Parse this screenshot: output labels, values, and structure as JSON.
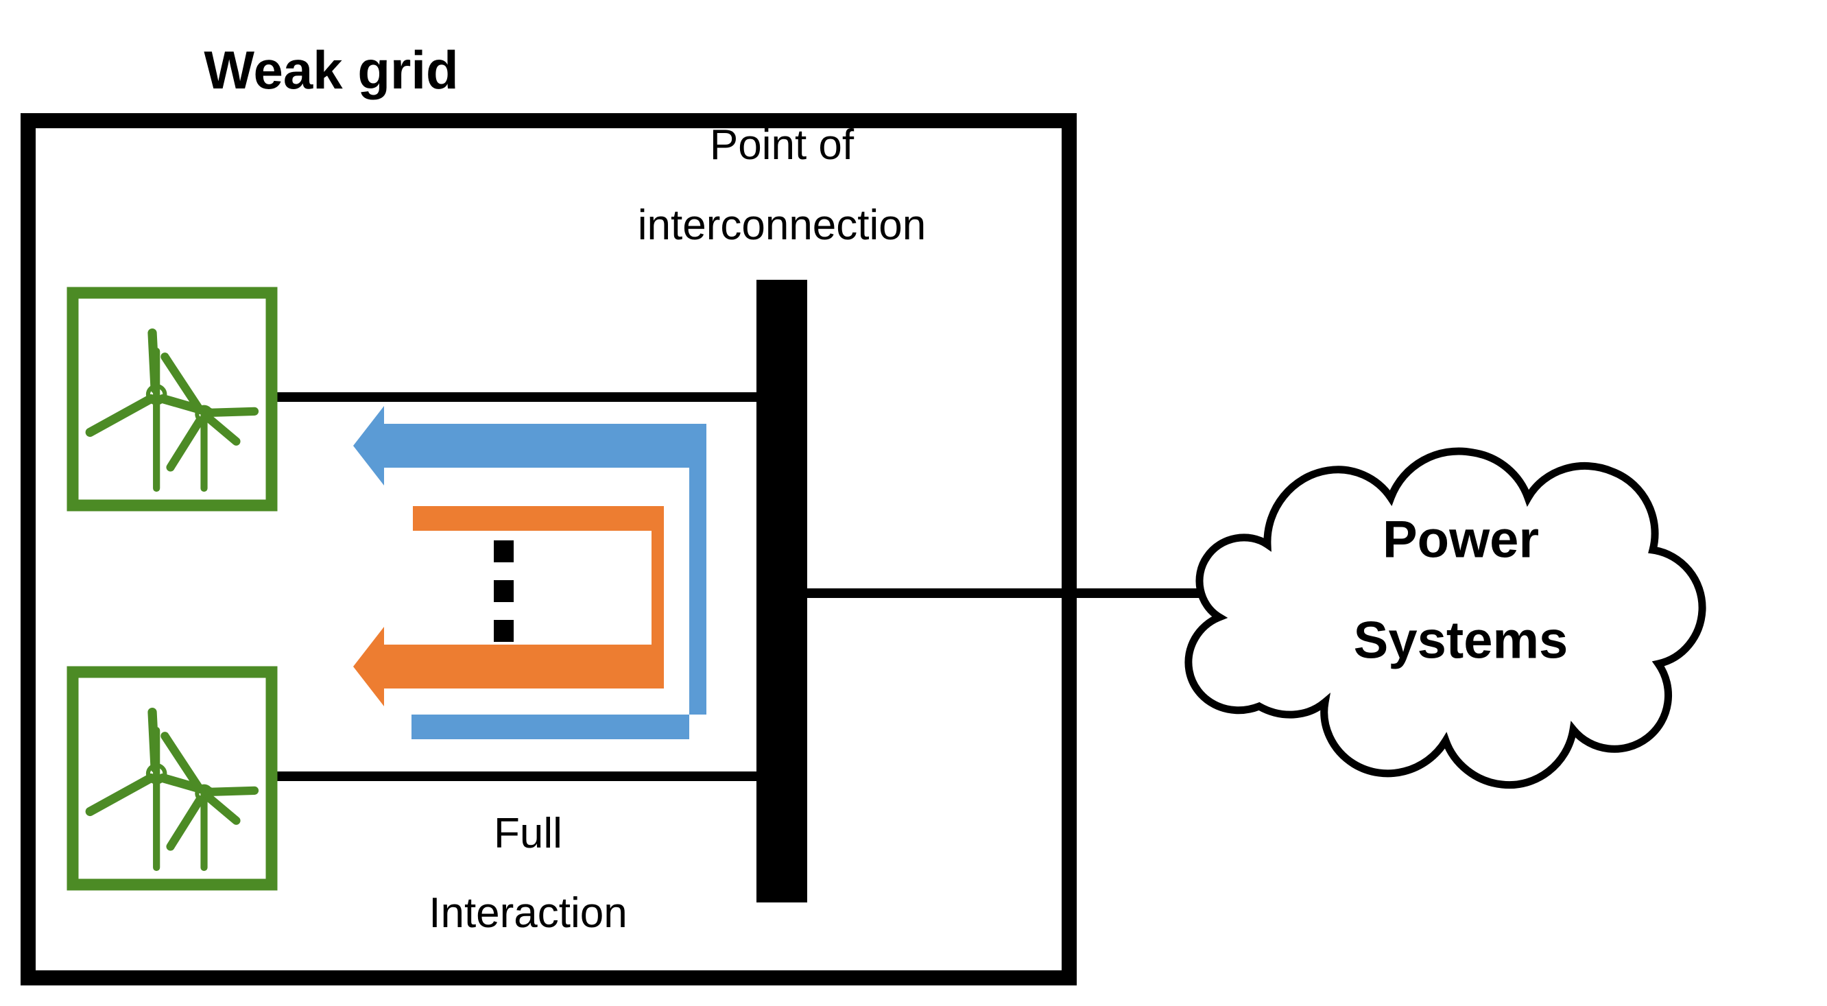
{
  "diagram": {
    "title": "Weak grid",
    "labels": {
      "point_of_interconnection_line1": "Point of",
      "point_of_interconnection_line2": "interconnection",
      "full_interaction_line1": "Full",
      "full_interaction_line2": "Interaction",
      "power_systems_line1": "Power",
      "power_systems_line2": "Systems"
    },
    "nodes": {
      "wind_farm_top": "wind-turbine-icon",
      "wind_farm_bottom": "wind-turbine-icon",
      "busbar": "point-of-interconnection-busbar",
      "cloud": "power-systems-cloud",
      "ellipsis": "vertical-ellipsis"
    },
    "colors": {
      "outline": "#000000",
      "wind_farm_green": "#4C8B25",
      "interaction_blue": "#5B9BD5",
      "interaction_orange": "#ED7D31",
      "background": "#FFFFFF"
    },
    "arrows": [
      {
        "name": "outer-interaction-loop",
        "color": "#5B9BD5",
        "direction": "left",
        "from": "wind-farm-bottom",
        "to": "wind-farm-top"
      },
      {
        "name": "inner-interaction-loop",
        "color": "#ED7D31",
        "direction": "left",
        "from": "busbar-side",
        "to": "wind-farm-bottom"
      }
    ],
    "connections": [
      {
        "name": "top-feeder",
        "from": "wind-farm-top",
        "to": "busbar"
      },
      {
        "name": "bottom-feeder",
        "from": "wind-farm-bottom",
        "to": "busbar"
      },
      {
        "name": "grid-tie",
        "from": "busbar",
        "to": "power-systems-cloud"
      }
    ]
  }
}
